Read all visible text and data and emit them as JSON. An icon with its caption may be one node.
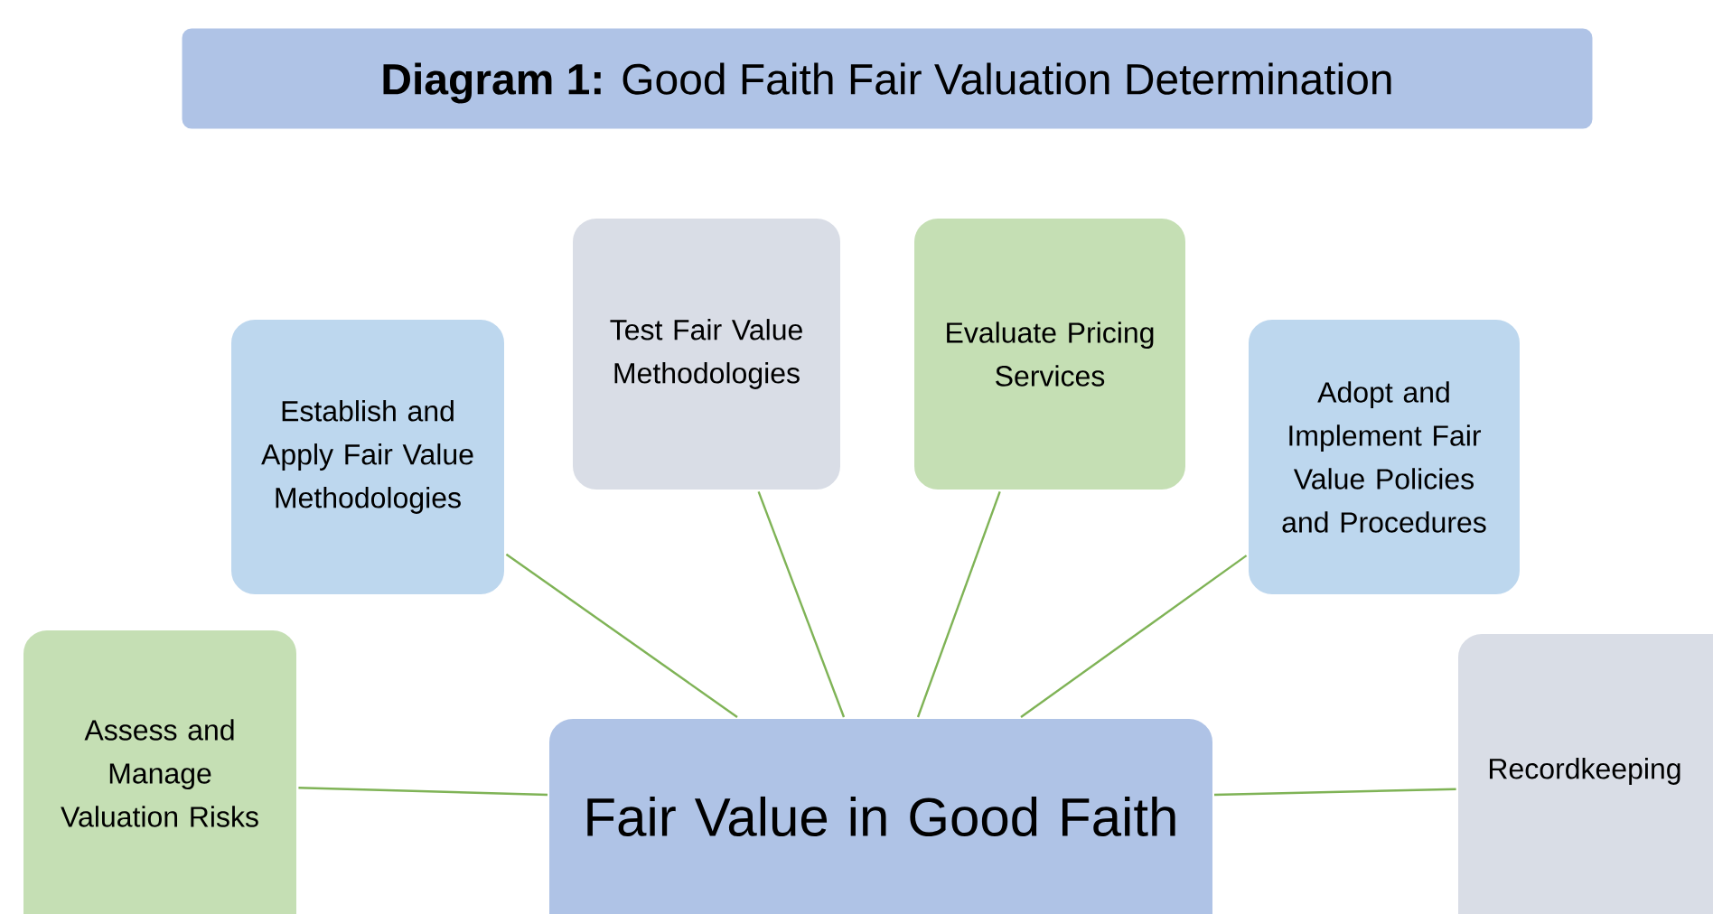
{
  "diagram": {
    "title": "**Diagram 1:** Good Faith Fair Valuation Determination",
    "nodes": [
      {
        "text": [
          "Establish and Apply Fair Value Methodologies"
        ]
      },
      {
        "text": [
          "Test Fair Value Methodologies"
        ]
      },
      {
        "text": [
          "Evaluate Pricing Services"
        ]
      },
      {
        "text": [
          "Adopt and Implement Fair Value Policies and Procedures"
        ]
      },
      {
        "text": [
          "Assess and Manage Valuation Risks"
        ]
      },
      {
        "text": [
          "Fair Value in Good Faith"
        ]
      },
      {
        "text": [
          "Recordkeeping"
        ]
      }
    ],
    "edges": [
      {
        "from": 5,
        "to": 0,
        "arrow": "none"
      },
      {
        "from": 5,
        "to": 1,
        "arrow": "none"
      },
      {
        "from": 5,
        "to": 2,
        "arrow": "none"
      },
      {
        "from": 5,
        "to": 3,
        "arrow": "none"
      },
      {
        "from": 5,
        "to": 4,
        "arrow": "none"
      },
      {
        "from": 5,
        "to": 6,
        "arrow": "none"
      }
    ]
  }
}
